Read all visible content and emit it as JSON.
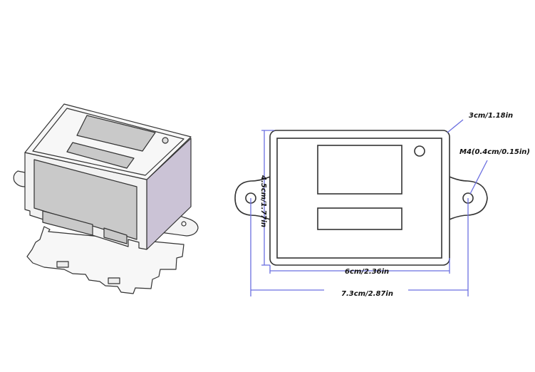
{
  "dimensions": {
    "top_corner": "3cm/1.18in",
    "mount_hole": "M4(0.4cm/0.15in)",
    "height": "4.5cm/1.77in",
    "body_width": "6cm/2.36in",
    "total_width": "7.3cm/2.87in"
  },
  "colors": {
    "outline": "#333333",
    "dimension_line": "#6b6fe0",
    "window_gray": "#c9c9c9",
    "side_face": "#cbc3d6"
  }
}
